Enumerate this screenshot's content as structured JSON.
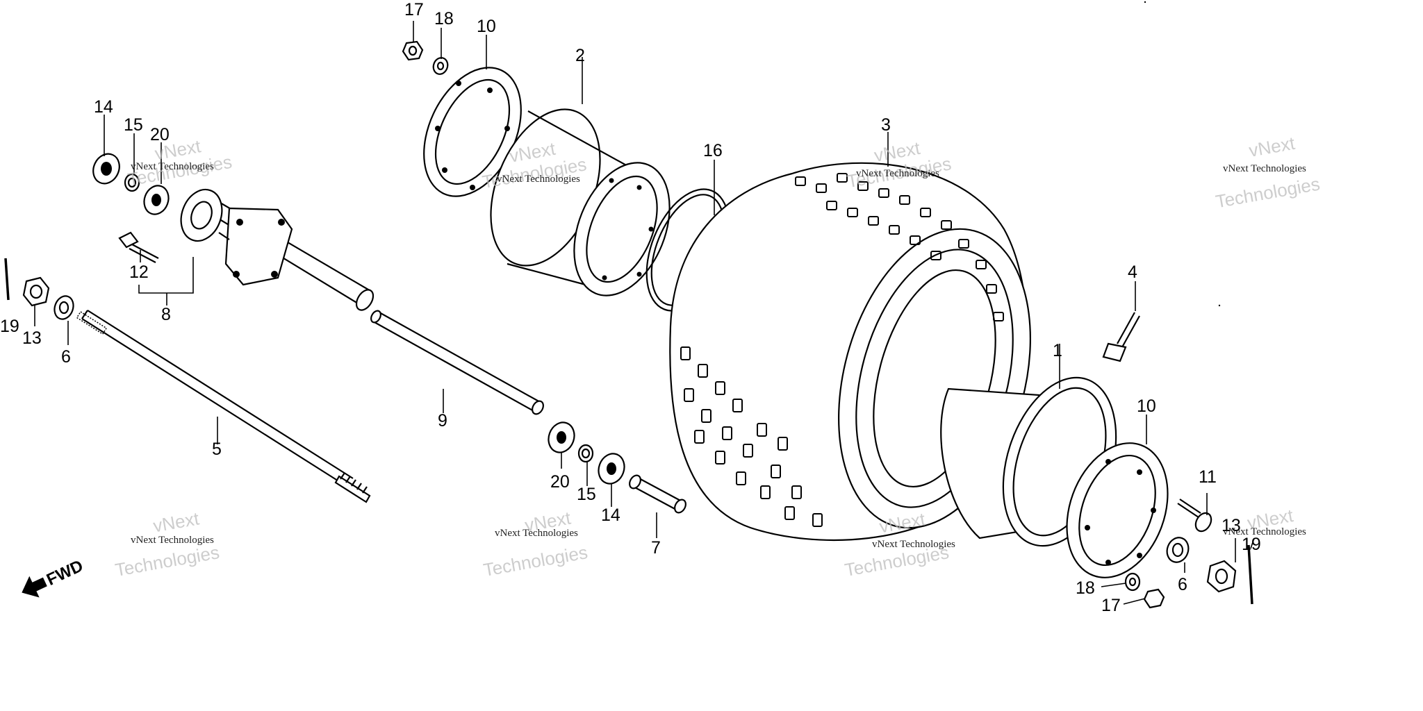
{
  "callouts": [
    {
      "id": "c1",
      "label": "1"
    },
    {
      "id": "c2",
      "label": "2"
    },
    {
      "id": "c3",
      "label": "3"
    },
    {
      "id": "c4",
      "label": "4"
    },
    {
      "id": "c5",
      "label": "5"
    },
    {
      "id": "c6a",
      "label": "6"
    },
    {
      "id": "c6b",
      "label": "6"
    },
    {
      "id": "c7",
      "label": "7"
    },
    {
      "id": "c8",
      "label": "8"
    },
    {
      "id": "c9",
      "label": "9"
    },
    {
      "id": "c10a",
      "label": "10"
    },
    {
      "id": "c10b",
      "label": "10"
    },
    {
      "id": "c11",
      "label": "11"
    },
    {
      "id": "c12",
      "label": "12"
    },
    {
      "id": "c13a",
      "label": "13"
    },
    {
      "id": "c13b",
      "label": "13"
    },
    {
      "id": "c14a",
      "label": "14"
    },
    {
      "id": "c14b",
      "label": "14"
    },
    {
      "id": "c15a",
      "label": "15"
    },
    {
      "id": "c15b",
      "label": "15"
    },
    {
      "id": "c16",
      "label": "16"
    },
    {
      "id": "c17a",
      "label": "17"
    },
    {
      "id": "c17b",
      "label": "17"
    },
    {
      "id": "c18a",
      "label": "18"
    },
    {
      "id": "c18b",
      "label": "18"
    },
    {
      "id": "c19a",
      "label": "19"
    },
    {
      "id": "c19b",
      "label": "19"
    },
    {
      "id": "c20a",
      "label": "20"
    },
    {
      "id": "c20b",
      "label": "20"
    }
  ],
  "direction_indicator": "FWD",
  "watermark": {
    "line1": "vNext",
    "line2": "Technologies",
    "small": "vNext Technologies"
  }
}
